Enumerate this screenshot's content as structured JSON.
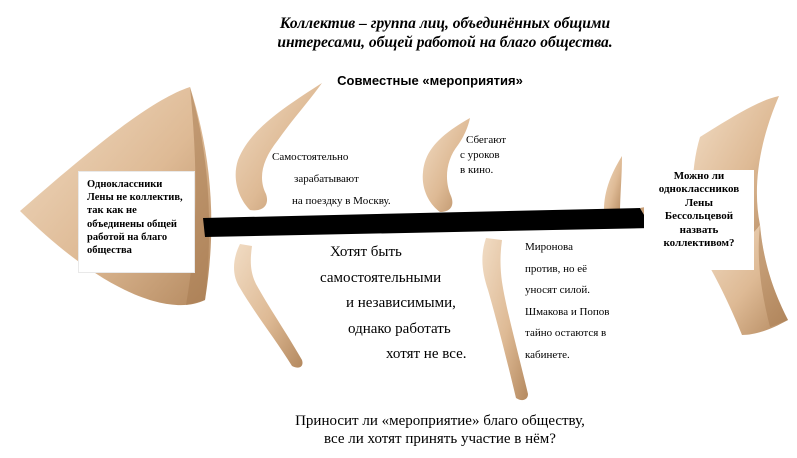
{
  "title": {
    "line1": "Коллектив – группа лиц, объединённых общими",
    "line2": "интересами,  общей работой на благо общества."
  },
  "events_label": "Совместные «мероприятия»",
  "left_box": {
    "lines": [
      "Одноклассники",
      "Лены не коллектив,",
      "так как не",
      "объединены общей",
      "работой на благо",
      "общества"
    ]
  },
  "right_box": {
    "lines": [
      "Можно ли",
      "одноклассников",
      "Лены",
      "Бессольцевой",
      "назвать",
      "коллективом?"
    ]
  },
  "rib_labels": {
    "earn": [
      "Самостоятельно",
      "зарабатывают",
      "на поездку в Москву."
    ],
    "skip": [
      "Сбегают",
      "с уроков",
      "в кино."
    ],
    "mironova": [
      "Миронова",
      "против, но её",
      "уносят силой.",
      "Шмакова и Попов",
      "тайно остаются в",
      "кабинете."
    ]
  },
  "center_text": {
    "lines": [
      "Хотят быть",
      "самостоятельными",
      "и независимыми,",
      "однако работать",
      "хотят не все."
    ]
  },
  "bottom_text": {
    "line1": "Приносит ли «мероприятие» благо обществу,",
    "line2": "все ли хотят принять участие в нём?"
  },
  "colors": {
    "bone_light": "#e6c8a8",
    "bone_dark": "#b08660",
    "spine": "#000000"
  }
}
